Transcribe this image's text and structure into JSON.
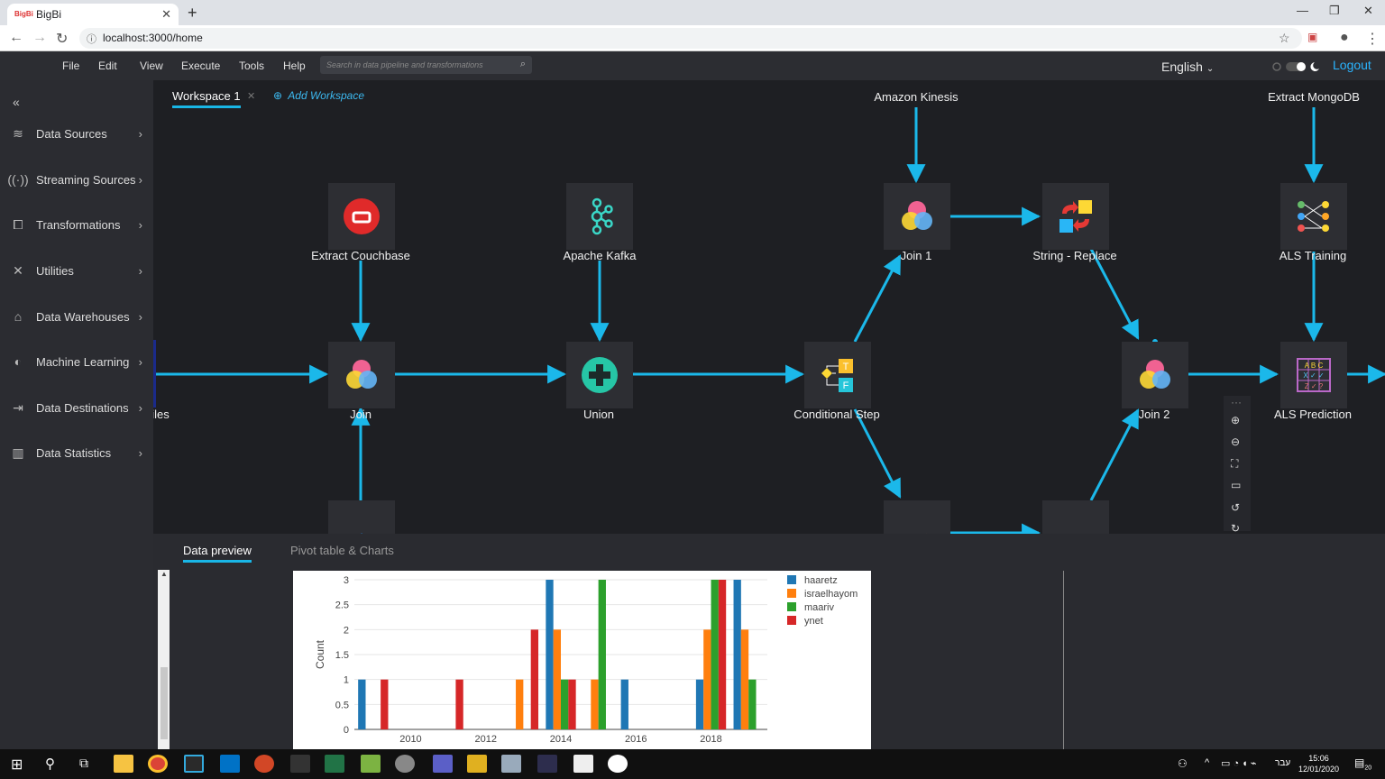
{
  "browser": {
    "tab_title": "BigBi",
    "tab_favicon": "BigBi",
    "url": "localhost:3000/home"
  },
  "menubar": {
    "items": [
      "File",
      "Edit",
      "View",
      "Execute",
      "Tools",
      "Help"
    ],
    "search_placeholder": "Search in data pipeline and transformations",
    "language": "English",
    "logout": "Logout"
  },
  "sidebar": {
    "items": [
      {
        "label": "Data Sources",
        "icon": "database-icon"
      },
      {
        "label": "Streaming Sources",
        "icon": "broadcast-icon"
      },
      {
        "label": "Transformations",
        "icon": "transform-icon"
      },
      {
        "label": "Utilities",
        "icon": "tools-icon"
      },
      {
        "label": "Data Warehouses",
        "icon": "warehouse-icon"
      },
      {
        "label": "Machine Learning",
        "icon": "brain-icon"
      },
      {
        "label": "Data Destinations",
        "icon": "export-icon"
      },
      {
        "label": "Data Statistics",
        "icon": "bar-chart-icon"
      }
    ]
  },
  "workspace": {
    "tab": "Workspace 1",
    "add": "Add Workspace"
  },
  "nodes": {
    "files": "iles",
    "extract_couchbase": "Extract Couchbase",
    "apache_kafka": "Apache Kafka",
    "amazon_kinesis": "Amazon Kinesis",
    "extract_mongodb": "Extract MongoDB",
    "join": "Join",
    "union": "Union",
    "conditional_step": "Conditional Step",
    "join1": "Join 1",
    "string_replace": "String - Replace",
    "join2": "Join 2",
    "als_training": "ALS Training",
    "als_prediction": "ALS Prediction"
  },
  "bottom_panel": {
    "tabs": [
      "Data preview",
      "Pivot table & Charts"
    ]
  },
  "chart_data": {
    "type": "bar",
    "ylabel": "Count",
    "xlabel": "",
    "ylim": [
      0,
      3
    ],
    "yticks": [
      "0",
      "0.5",
      "1",
      "1.5",
      "2",
      "2.5",
      "3"
    ],
    "xticks": [
      "2010",
      "2012",
      "2014",
      "2016",
      "2018"
    ],
    "categories": [
      2009,
      2010,
      2011,
      2012,
      2013,
      2014,
      2015,
      2016,
      2017,
      2018,
      2019
    ],
    "series": [
      {
        "name": "haaretz",
        "color": "#1f77b4",
        "values": [
          1,
          0,
          0,
          0,
          0,
          3,
          0,
          1,
          0,
          1,
          3
        ]
      },
      {
        "name": "israelhayom",
        "color": "#ff7f0e",
        "values": [
          0,
          0,
          0,
          0,
          1,
          2,
          1,
          0,
          0,
          2,
          2
        ]
      },
      {
        "name": "maariv",
        "color": "#2ca02c",
        "values": [
          0,
          0,
          0,
          0,
          0,
          1,
          3,
          0,
          0,
          3,
          1
        ]
      },
      {
        "name": "ynet",
        "color": "#d62728",
        "values": [
          1,
          0,
          1,
          0,
          2,
          1,
          0,
          0,
          0,
          3,
          0
        ]
      }
    ],
    "legend": "top-right",
    "grid": true
  },
  "taskbar": {
    "time": "15:06",
    "date": "12/01/2020",
    "lang": "עבר",
    "notif": "20"
  }
}
